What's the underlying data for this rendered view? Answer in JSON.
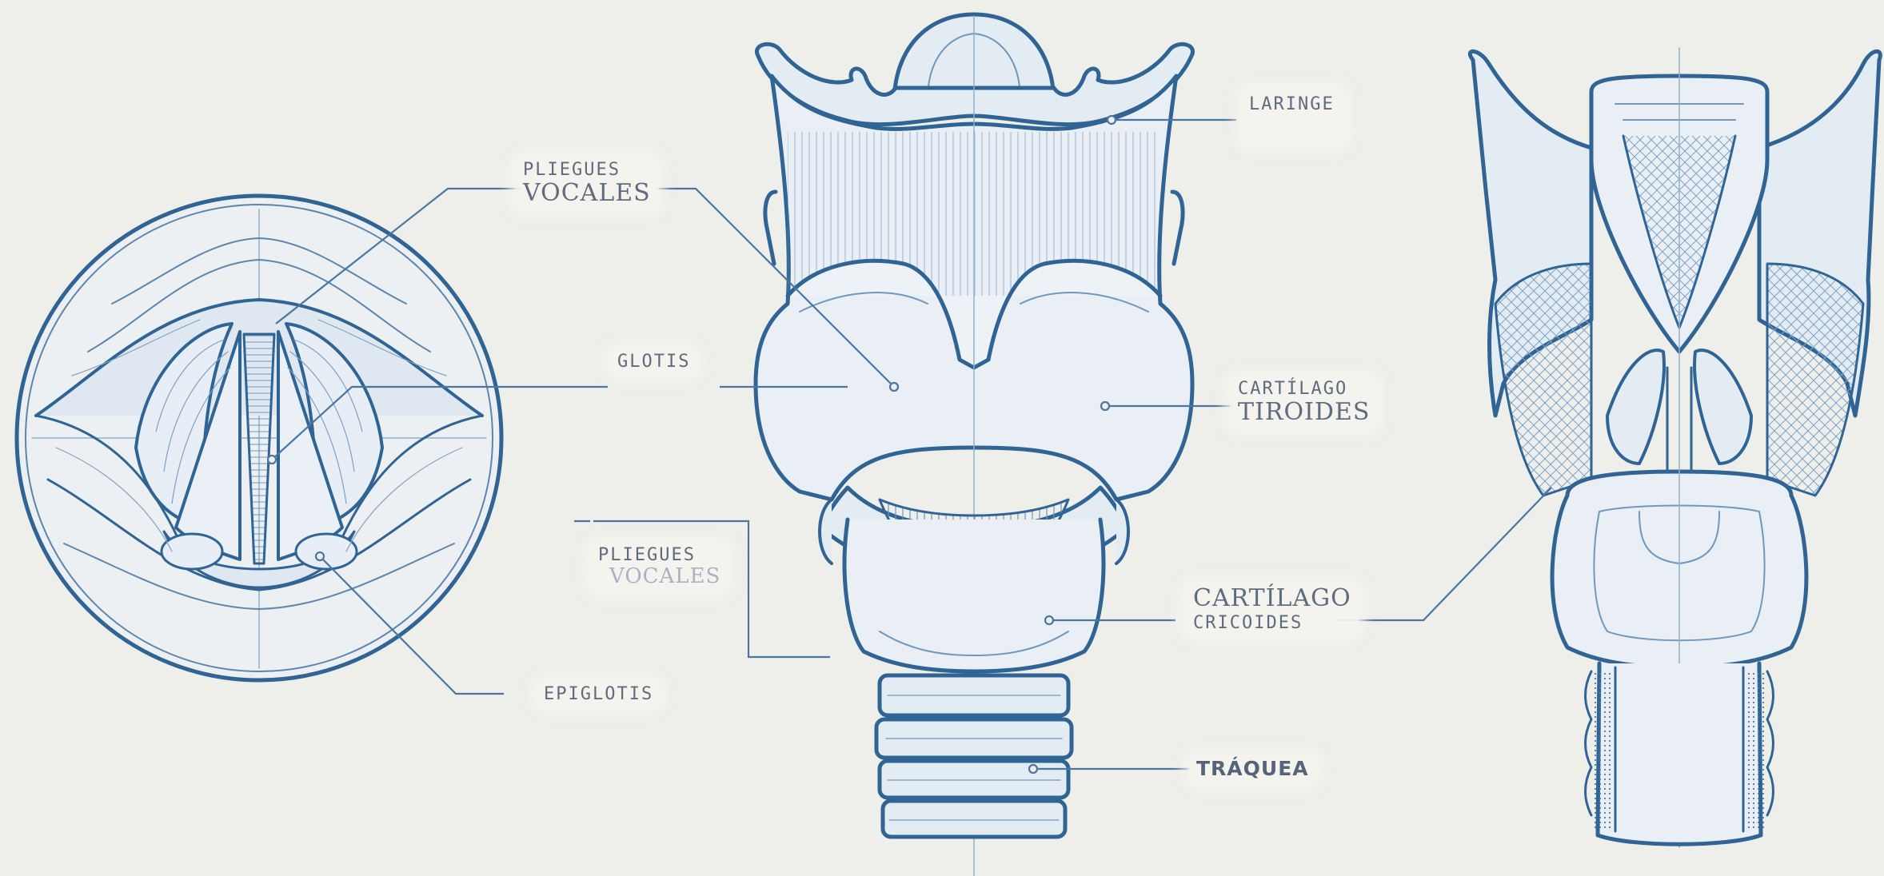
{
  "labels": {
    "pliegues_vocales_top": {
      "line1": "PLIEGUES",
      "line2": "VOCALES"
    },
    "glotis": "GLOTIS",
    "pliegues_vocales_lower": {
      "line1": "PLIEGUES",
      "line2": "VOCALES"
    },
    "epiglotis": "EPIGLOTIS",
    "laringe": "LARINGE",
    "cartilago_tiroides": {
      "line1": "CARTÍLAGO",
      "line2": "TIROIDES"
    },
    "cartilago_cricoides": {
      "line1": "CARTÍLAGO",
      "line2": "CRICOIDES"
    },
    "traquea": "TRÁQUEA"
  },
  "colors": {
    "background": "#eeeeea",
    "line": "#2f6494",
    "fill": "#dde7f0",
    "label_text": "#5d6c80"
  },
  "icons": [
    "glottis-circle-view",
    "larynx-front-view",
    "larynx-back-view"
  ]
}
